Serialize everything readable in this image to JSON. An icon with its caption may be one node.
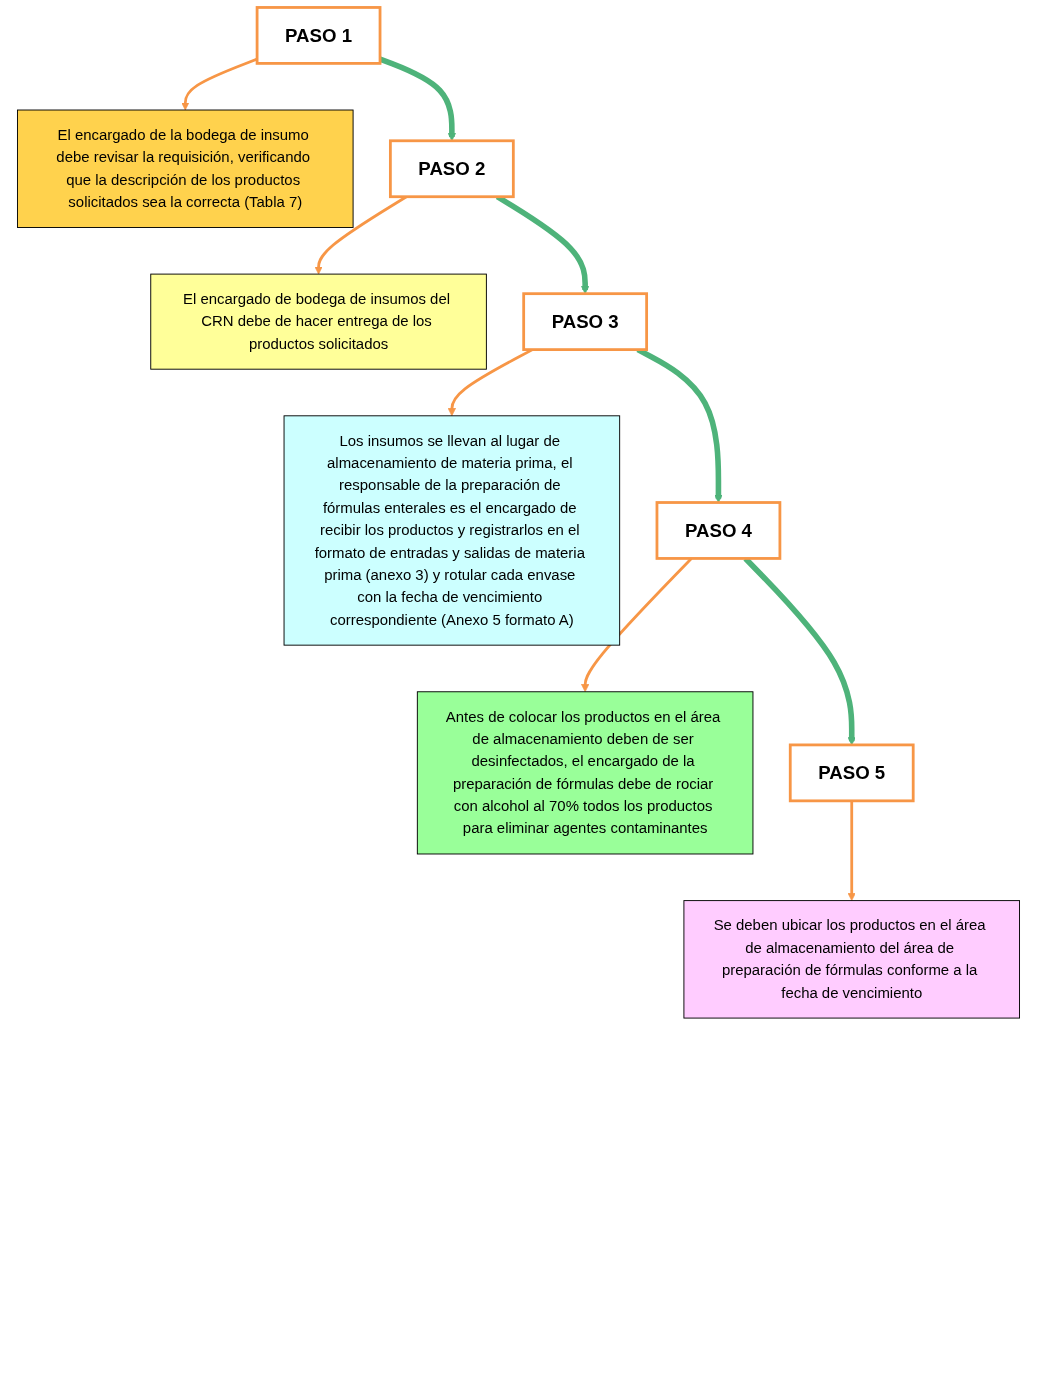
{
  "diagram": {
    "nodes": [
      {
        "text": [
          "PASO 1"
        ]
      },
      {
        "text": [
          "El encargado de la bodega de insumo debe revisar la requisición, verificando que la descripción de los productos solicitados sea la correcta (Tabla 7)"
        ]
      },
      {
        "text": [
          "PASO 2"
        ]
      },
      {
        "text": [
          "El encargado de bodega de insumos del CRN debe de hacer entrega de los productos solicitados"
        ]
      },
      {
        "text": [
          "PASO 3"
        ]
      },
      {
        "text": [
          "Los insumos se llevan al lugar de almacenamiento de materia prima, el responsable de la preparación de fórmulas enterales es el encargado de recibir los productos y registrarlos en el formato de entradas y salidas de materia prima (anexo 3) y rotular cada envase con la fecha de vencimiento correspondiente (Anexo 5 formato A)"
        ]
      },
      {
        "text": [
          "PASO 4"
        ]
      },
      {
        "text": [
          "Antes de colocar los productos en el área de almacenamiento deben de ser desinfectados, el encargado de la preparación de fórmulas debe de rociar con alcohol al 70% todos los productos para eliminar agentes contaminantes"
        ]
      },
      {
        "text": [
          "PASO 5"
        ]
      },
      {
        "text": [
          "Se deben ubicar los productos en el área de almacenamiento del área de preparación de fórmulas conforme a la fecha de vencimiento"
        ]
      }
    ],
    "edges": [
      {
        "from": 0,
        "to": 1,
        "arrow": "to"
      },
      {
        "from": 0,
        "to": 2,
        "arrow": "to",
        "style": "thick",
        "color": "#4eb37a"
      },
      {
        "from": 2,
        "to": 3,
        "arrow": "to"
      },
      {
        "from": 2,
        "to": 4,
        "arrow": "to",
        "style": "thick",
        "color": "#4eb37a"
      },
      {
        "from": 4,
        "to": 5,
        "arrow": "to"
      },
      {
        "from": 4,
        "to": 6,
        "arrow": "to",
        "style": "thick",
        "color": "#4eb37a"
      },
      {
        "from": 6,
        "to": 7,
        "arrow": "to"
      },
      {
        "from": 6,
        "to": 8,
        "arrow": "to",
        "style": "thick",
        "color": "#4eb37a"
      },
      {
        "from": 8,
        "to": 9,
        "arrow": "to"
      }
    ]
  }
}
